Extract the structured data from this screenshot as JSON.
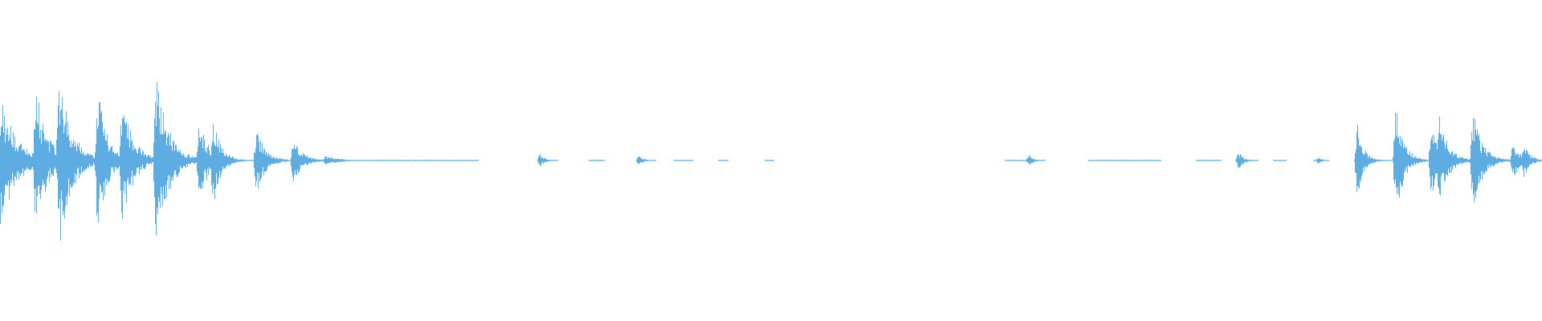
{
  "waveform": {
    "color": "#5DADE2",
    "background": "#ffffff",
    "bursts": [
      {
        "t": 0.0,
        "amp": 0.48,
        "decay": 0.01
      },
      {
        "t": 0.023,
        "amp": 0.55,
        "decay": 0.007
      },
      {
        "t": 0.038,
        "amp": 0.64,
        "decay": 0.008
      },
      {
        "t": 0.063,
        "amp": 0.54,
        "decay": 0.006
      },
      {
        "t": 0.079,
        "amp": 0.47,
        "decay": 0.007
      },
      {
        "t": 0.101,
        "amp": 0.64,
        "decay": 0.008
      },
      {
        "t": 0.129,
        "amp": 0.31,
        "decay": 0.006
      },
      {
        "t": 0.138,
        "amp": 0.36,
        "decay": 0.005
      },
      {
        "t": 0.166,
        "amp": 0.24,
        "decay": 0.006
      },
      {
        "t": 0.19,
        "amp": 0.16,
        "decay": 0.006
      },
      {
        "t": 0.211,
        "amp": 0.04,
        "decay": 0.008
      },
      {
        "t": 0.35,
        "amp": 0.05,
        "decay": 0.003
      },
      {
        "t": 0.414,
        "amp": 0.04,
        "decay": 0.003
      },
      {
        "t": 0.667,
        "amp": 0.04,
        "decay": 0.003
      },
      {
        "t": 0.803,
        "amp": 0.07,
        "decay": 0.003
      },
      {
        "t": 0.855,
        "amp": 0.03,
        "decay": 0.002
      },
      {
        "t": 0.88,
        "amp": 0.27,
        "decay": 0.004
      },
      {
        "t": 0.905,
        "amp": 0.42,
        "decay": 0.005
      },
      {
        "t": 0.928,
        "amp": 0.27,
        "decay": 0.005
      },
      {
        "t": 0.933,
        "amp": 0.33,
        "decay": 0.006
      },
      {
        "t": 0.955,
        "amp": 0.36,
        "decay": 0.006
      },
      {
        "t": 0.981,
        "amp": 0.15,
        "decay": 0.004
      },
      {
        "t": 0.988,
        "amp": 0.13,
        "decay": 0.004
      }
    ],
    "quiet_segments": [
      [
        0.212,
        0.31
      ],
      [
        0.382,
        0.392
      ],
      [
        0.437,
        0.449
      ],
      [
        0.466,
        0.472
      ],
      [
        0.496,
        0.502
      ],
      [
        0.652,
        0.676
      ],
      [
        0.706,
        0.753
      ],
      [
        0.776,
        0.792
      ],
      [
        0.826,
        0.834
      ],
      [
        0.852,
        0.858
      ],
      [
        0.995,
        1.0
      ]
    ]
  }
}
